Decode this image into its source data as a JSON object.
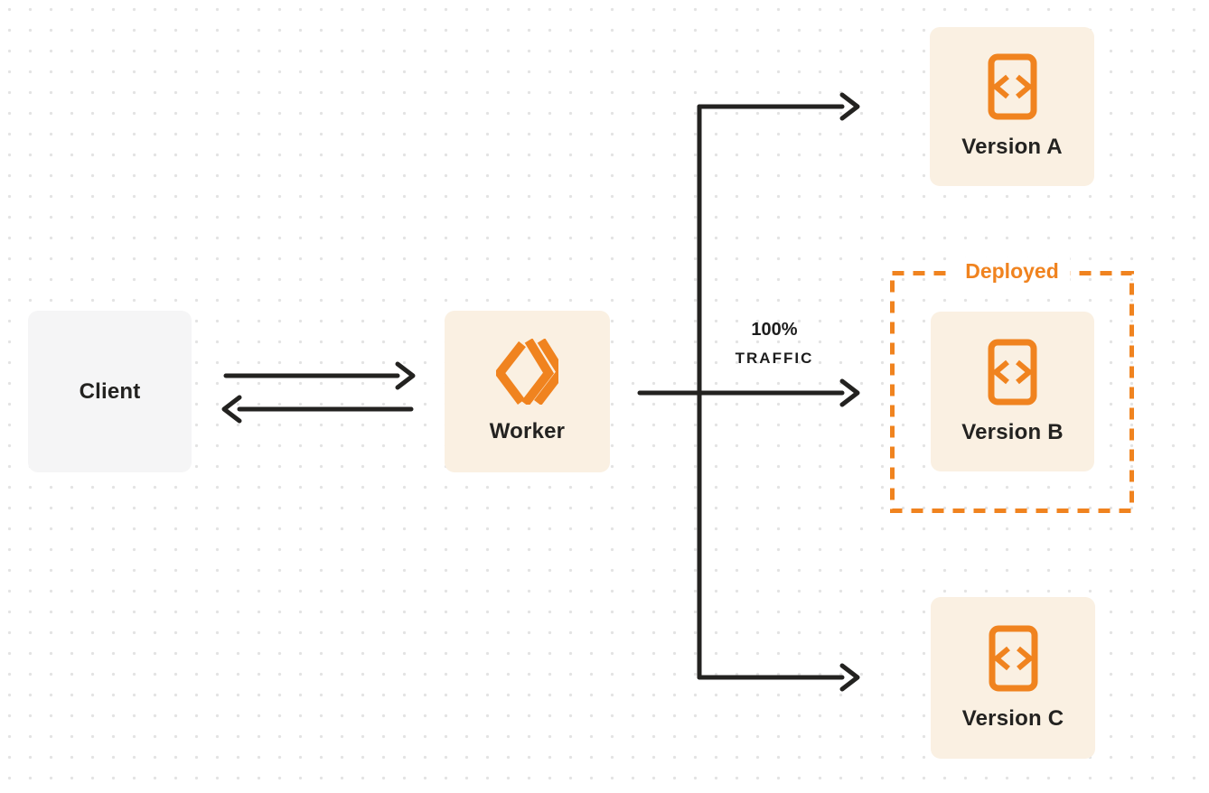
{
  "diagram": {
    "nodes": {
      "client": {
        "label": "Client"
      },
      "worker": {
        "label": "Worker",
        "icon": "cloudflare-workers-icon"
      },
      "version_a": {
        "label": "Version A",
        "icon": "code-document-icon"
      },
      "version_b": {
        "label": "Version B",
        "icon": "code-document-icon"
      },
      "version_c": {
        "label": "Version C",
        "icon": "code-document-icon"
      }
    },
    "annotations": {
      "deployed_label": "Deployed",
      "traffic_line1": "100%",
      "traffic_line2": "TRAFFIC"
    },
    "colors": {
      "accent_orange": "#f0831f",
      "node_cream": "#faf0e2",
      "node_gray": "#f5f5f6",
      "ink": "#232220",
      "dot_grid": "#e3e3e3",
      "background": "#ffffff"
    }
  }
}
